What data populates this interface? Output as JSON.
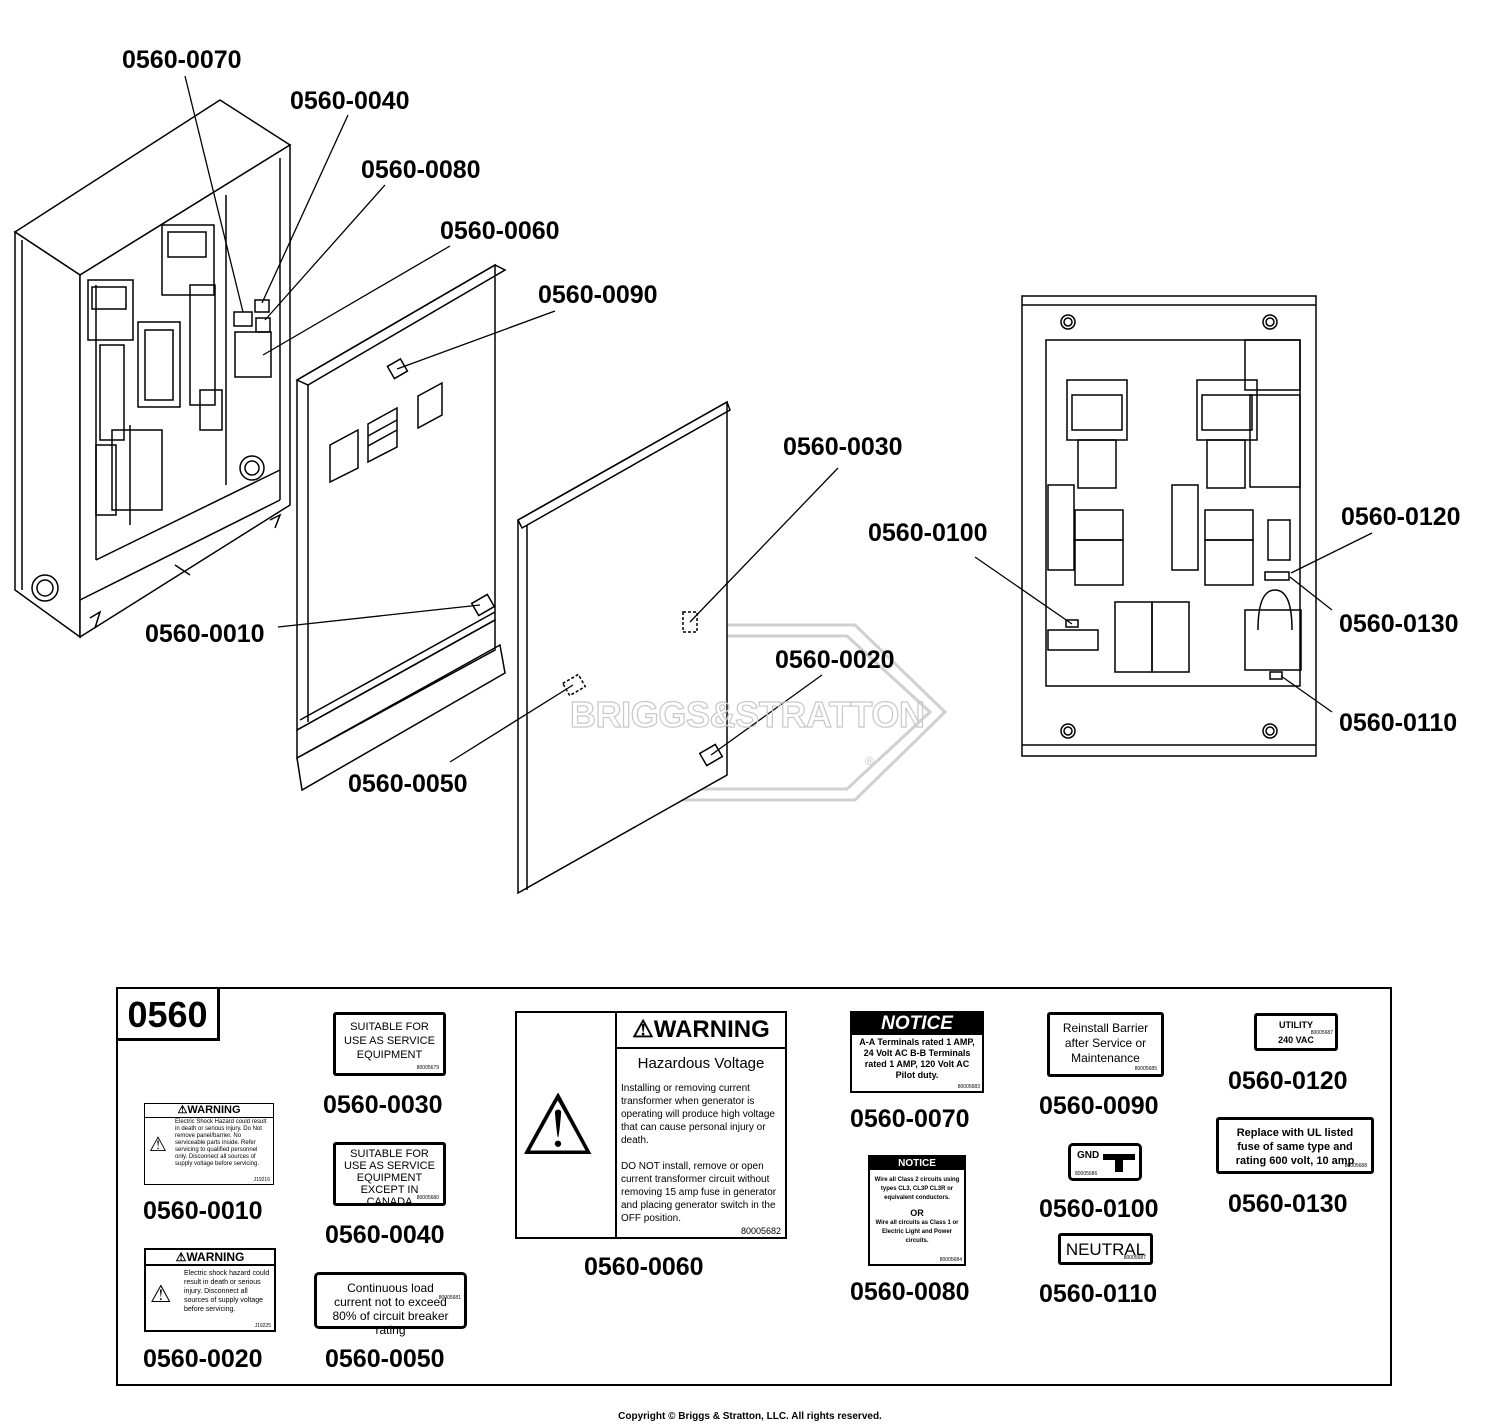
{
  "watermark": {
    "brand": "BRIGGS&STRATTON",
    "reg": "®"
  },
  "callouts": [
    {
      "id": "c70",
      "label": "0560-0070"
    },
    {
      "id": "c40",
      "label": "0560-0040"
    },
    {
      "id": "c80",
      "label": "0560-0080"
    },
    {
      "id": "c60",
      "label": "0560-0060"
    },
    {
      "id": "c90",
      "label": "0560-0090"
    },
    {
      "id": "c30",
      "label": "0560-0030"
    },
    {
      "id": "c100",
      "label": "0560-0100"
    },
    {
      "id": "c120",
      "label": "0560-0120"
    },
    {
      "id": "c130",
      "label": "0560-0130"
    },
    {
      "id": "c10",
      "label": "0560-0010"
    },
    {
      "id": "c20",
      "label": "0560-0020"
    },
    {
      "id": "c110",
      "label": "0560-0110"
    },
    {
      "id": "c50",
      "label": "0560-0050"
    }
  ],
  "kit": {
    "id": "0560",
    "decals": {
      "d0010": {
        "part": "0560-0010",
        "heading": "WARNING",
        "text": "Electric Shock Hazard could result in death or serious injury. Do Not remove panel/barrier. No serviceable parts inside. Refer servicing to qualified personnel only. Disconnect all sources of supply voltage before servicing.",
        "num": "J19216"
      },
      "d0020": {
        "part": "0560-0020",
        "heading": "WARNING",
        "text": "Electric shock hazard could result in death or serious injury. Disconnect all sources of supply voltage before servicing.",
        "num": "J19225"
      },
      "d0030": {
        "part": "0560-0030",
        "text": "SUITABLE FOR USE AS SERVICE EQUIPMENT",
        "num": "80005679"
      },
      "d0040": {
        "part": "0560-0040",
        "text": "SUITABLE FOR USE AS SERVICE EQUIPMENT EXCEPT IN CANADA",
        "num": "80005680"
      },
      "d0050": {
        "part": "0560-0050",
        "text": "Continuous load current not to exceed 80% of circuit breaker rating",
        "num": "80005681"
      },
      "d0060": {
        "part": "0560-0060",
        "heading": "WARNING",
        "subheading": "Hazardous Voltage",
        "p1": "Installing or removing current transformer when generator is operating will produce high voltage that can cause personal injury or death.",
        "p2": "DO NOT install, remove or open current transformer circuit without removing 15 amp fuse in generator and placing generator switch in the OFF position.",
        "num": "80005682"
      },
      "d0070": {
        "part": "0560-0070",
        "heading": "NOTICE",
        "text": "A-A Terminals rated 1 AMP, 24 Volt AC B-B Terminals rated 1 AMP, 120 Volt AC Pilot duty.",
        "num": "80005683"
      },
      "d0080": {
        "part": "0560-0080",
        "heading": "NOTICE",
        "text1": "Wire all Class 2 circuits using types CL3, CL3P CL3R or equivalent conductors.",
        "or": "OR",
        "text2": "Wire all circuits as Class 1 or Electric Light and Power circuits.",
        "num": "80005684"
      },
      "d0090": {
        "part": "0560-0090",
        "text": "Reinstall Barrier after Service or Maintenance",
        "num": "80005685"
      },
      "d0100": {
        "part": "0560-0100",
        "text": "GND",
        "num": "80005686"
      },
      "d0110": {
        "part": "0560-0110",
        "text": "NEUTRAL",
        "num": "80005687"
      },
      "d0120": {
        "part": "0560-0120",
        "text1": "UTILITY",
        "text2": "240 VAC",
        "num": "80005687"
      },
      "d0130": {
        "part": "0560-0130",
        "text": "Replace with UL listed fuse of same type and rating 600 volt, 10 amp",
        "num": "80005688"
      }
    }
  },
  "copyright": "Copyright © Briggs & Stratton, LLC. All rights reserved."
}
